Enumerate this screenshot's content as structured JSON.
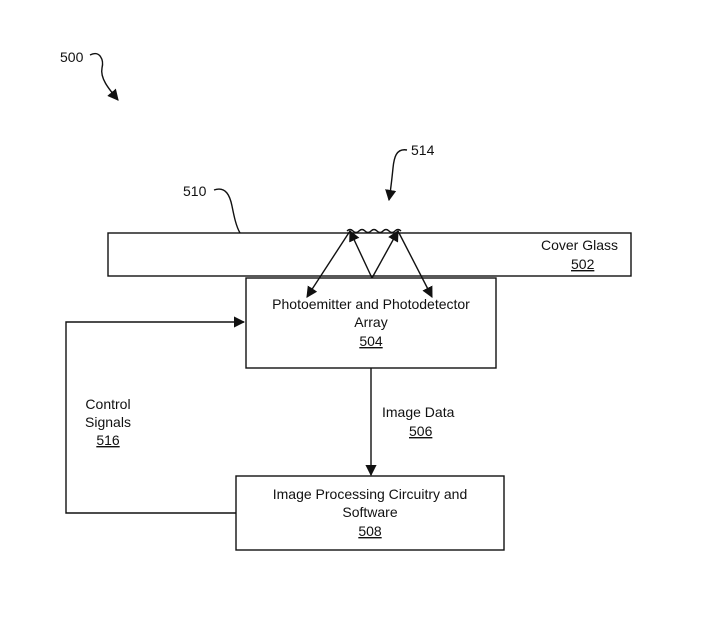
{
  "figure": {
    "ref": "500"
  },
  "blocks": {
    "cover_glass": {
      "label": "Cover Glass",
      "ref": "502"
    },
    "array": {
      "label_line1": "Photoemitter and Photodetector",
      "label_line2": "Array",
      "ref": "504"
    },
    "processing": {
      "label_line1": "Image Processing Circuitry and",
      "label_line2": "Software",
      "ref": "508"
    }
  },
  "connections": {
    "image_data": {
      "label": "Image Data",
      "ref": "506"
    },
    "control_signals": {
      "label_line1": "Control",
      "label_line2": "Signals",
      "ref": "516"
    }
  },
  "callouts": {
    "surface": "510",
    "finger": "514"
  }
}
